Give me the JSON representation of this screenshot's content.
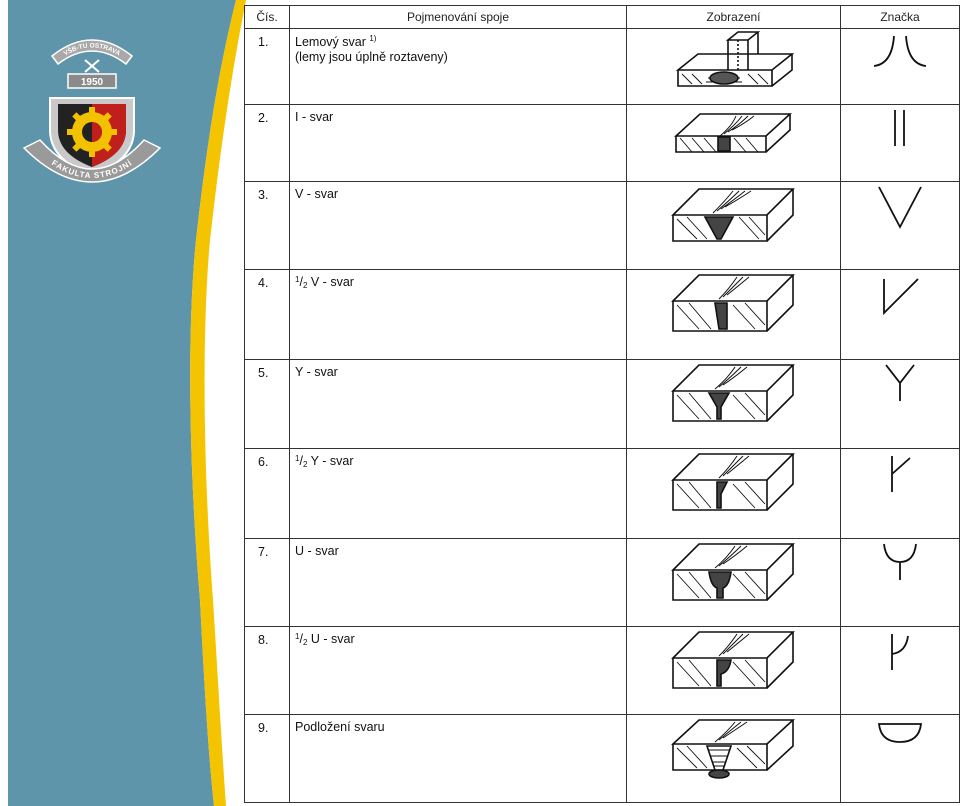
{
  "theme": {
    "teal": "#5f95ab",
    "yellow": "#f5c400",
    "shield_red": "#c0201b",
    "gear_yellow": "#f2c200",
    "grey": "#9a9a9a"
  },
  "logo": {
    "arc_text": "VŠB-TU OSTRAVA",
    "year": "1950",
    "ribbon_text": "FAKULTA STROJNÍ"
  },
  "table": {
    "headers": {
      "number": "Čís.",
      "name": "Pojmenování spoje",
      "image": "Zobrazení",
      "symbol": "Značka"
    },
    "rows": [
      {
        "number": "1.",
        "name": "Lemový svar",
        "note_mark": "1)",
        "name_line2": "(lemy jsou úplně roztaveny)",
        "picture": "flange-weld-drawing",
        "symbol": "flange-weld-symbol"
      },
      {
        "number": "2.",
        "name": "I - svar",
        "picture": "square-butt-weld-drawing",
        "symbol": "square-butt-weld-symbol"
      },
      {
        "number": "3.",
        "name": "V - svar",
        "picture": "v-butt-weld-drawing",
        "symbol": "v-butt-weld-symbol"
      },
      {
        "number": "4.",
        "frac_num": "1",
        "frac_den": "2",
        "name": "V - svar",
        "picture": "half-v-butt-weld-drawing",
        "symbol": "half-v-butt-weld-symbol"
      },
      {
        "number": "5.",
        "name": "Y - svar",
        "picture": "y-butt-weld-drawing",
        "symbol": "y-butt-weld-symbol"
      },
      {
        "number": "6.",
        "frac_num": "1",
        "frac_den": "2",
        "name": "Y - svar",
        "picture": "half-y-butt-weld-drawing",
        "symbol": "half-y-butt-weld-symbol"
      },
      {
        "number": "7.",
        "name": "U - svar",
        "picture": "u-butt-weld-drawing",
        "symbol": "u-butt-weld-symbol"
      },
      {
        "number": "8.",
        "frac_num": "1",
        "frac_den": "2",
        "name": "U - svar",
        "picture": "half-u-butt-weld-drawing",
        "symbol": "half-u-butt-weld-symbol"
      },
      {
        "number": "9.",
        "name": "Podložení svaru",
        "picture": "backing-weld-drawing",
        "symbol": "backing-weld-symbol"
      }
    ]
  }
}
